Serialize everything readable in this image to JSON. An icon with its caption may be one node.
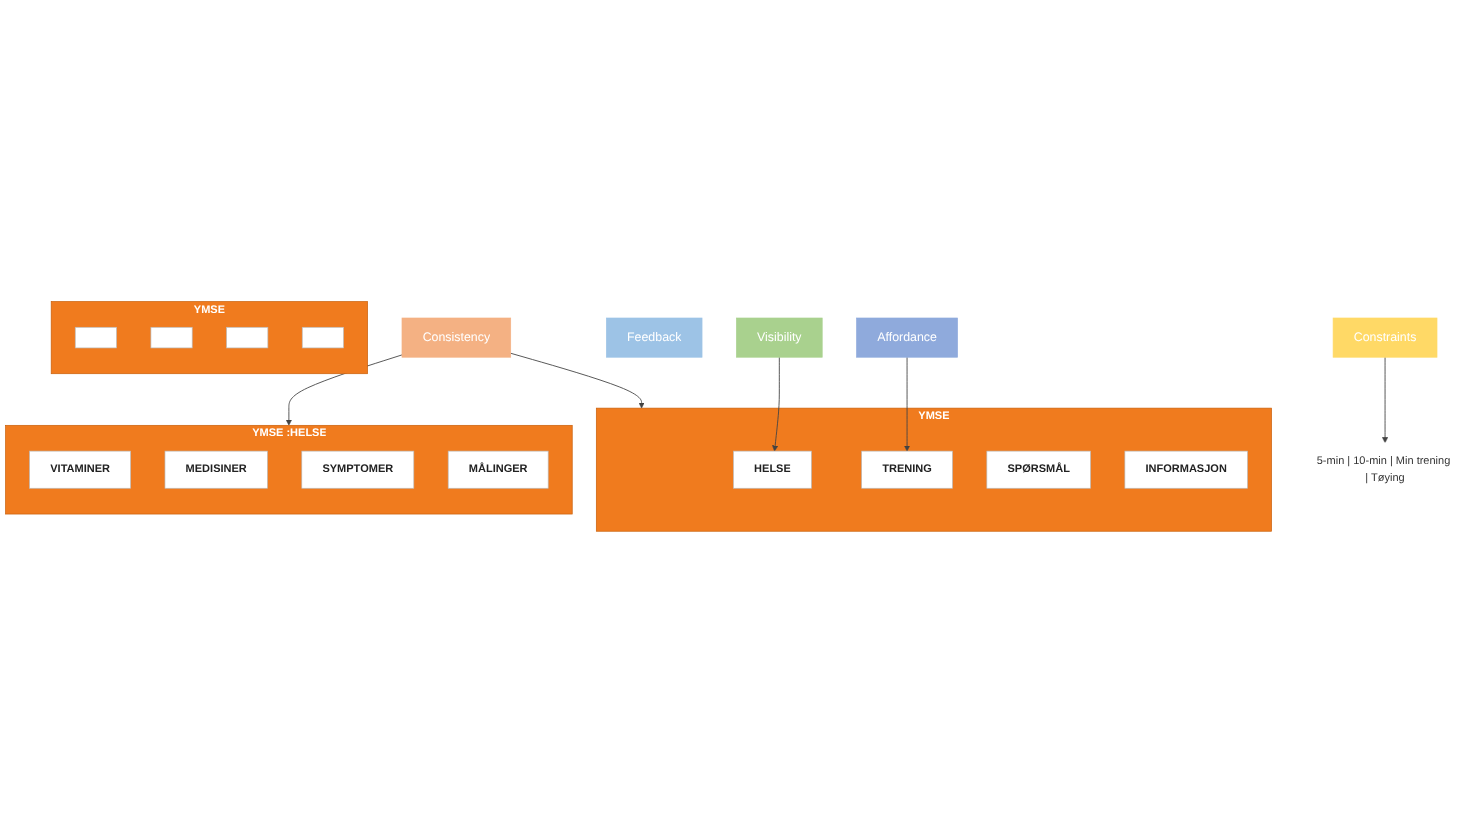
{
  "diagram": {
    "nodes": [
      {
        "text": [
          "Visibility"
        ]
      },
      {
        "text": [
          "Feedback"
        ]
      },
      {
        "text": [
          "Constraints"
        ]
      },
      {
        "text": [
          "Consistency"
        ]
      },
      {
        "text": [
          "Affordance"
        ]
      },
      {
        "text": [
          "5-min | 10-min | Min trening | Tøying"
        ]
      },
      {
        "text": [
          "YMSE"
        ]
      },
      {
        "text": [],
        "shape": "box",
        "in": 6
      },
      {
        "text": [],
        "shape": "box",
        "in": 6
      },
      {
        "text": [],
        "shape": "box",
        "in": 6
      },
      {
        "text": [],
        "shape": "box",
        "in": 6
      },
      {
        "text": [
          "YMSE"
        ]
      },
      {
        "text": [
          "HELSE"
        ],
        "in": 11
      },
      {
        "text": [
          "TRENING"
        ],
        "in": 11
      },
      {
        "text": [
          "SPØRSMÅL"
        ],
        "in": 11
      },
      {
        "text": [
          "INFORMASJON"
        ],
        "in": 11
      },
      {
        "text": [
          "YMSE :HELSE"
        ]
      },
      {
        "text": [
          "VITAMINER"
        ],
        "in": 16
      },
      {
        "text": [
          "MEDISINER"
        ],
        "in": 16
      },
      {
        "text": [
          "SYMPTOMER"
        ],
        "in": 16
      },
      {
        "text": [
          "MÅLINGER"
        ],
        "in": 16
      }
    ],
    "edges": [
      {
        "from": 0,
        "to": 12,
        "arrow": "to"
      },
      {
        "from": 2,
        "to": 5,
        "arrow": "to"
      },
      {
        "from": 3,
        "to": 11,
        "arrow": "to"
      },
      {
        "from": 3,
        "to": 16,
        "arrow": "to"
      },
      {
        "from": 4,
        "to": 13,
        "arrow": "to"
      }
    ]
  }
}
